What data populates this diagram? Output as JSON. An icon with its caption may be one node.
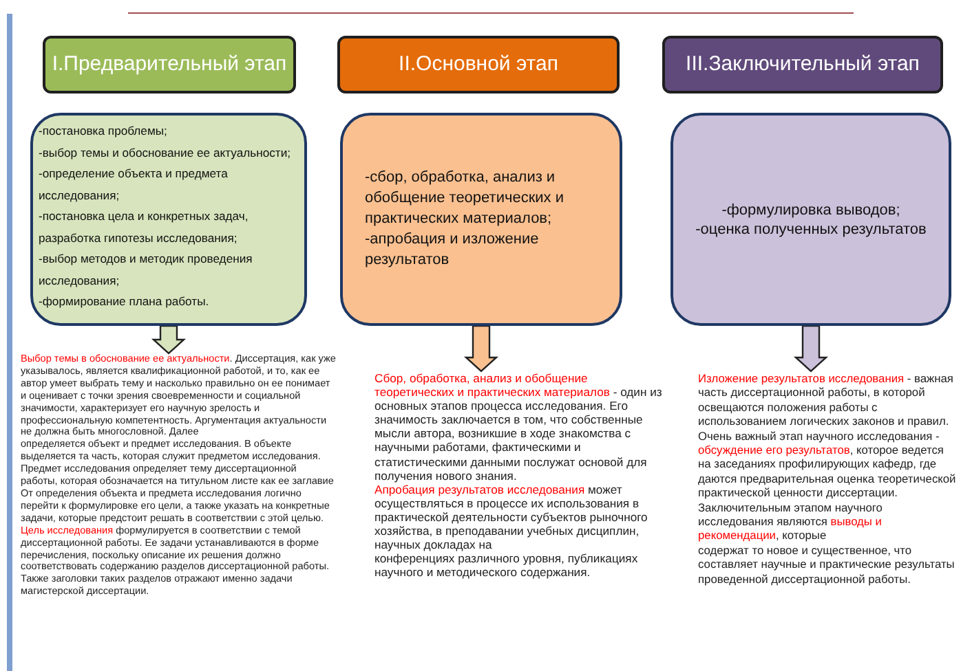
{
  "diagram": {
    "nodes": [
      {
        "text": [
          "I.Предварительный этап"
        ]
      },
      {
        "text": [
          "II.Основной этап"
        ]
      },
      {
        "text": [
          "III.Заключительный этап"
        ]
      },
      {
        "text": [
          "-постановка проблемы;",
          "-выбор темы и обоснование ее актуальности;",
          "-определение объекта и предмета исследования;",
          "-постановка цела и конкретных задач, разработка гипотезы исследования;",
          "-выбор методов и методик проведения исследования;",
          "-формирование плана работы."
        ]
      },
      {
        "text": [
          "-сбор, обработка, анализ и обобщение теоретических и практических материалов;",
          "-апробация и изложение результатов"
        ]
      },
      {
        "text": [
          "-формулировка выводов;",
          "-оценка полученных результатов"
        ]
      },
      {
        "text": [
          "**Выбор темы в обоснование ее актуальности**. Диссертация, как уже указывалось, является квалификационной работой, и то, как ее автор умеет выбрать тему и насколько правильно он ее понимает и оценивает с точки зрения своевременности и социальной значимости, характеризует его научную зрелость и профессиональную компетентность. Аргументация актуальности не должна быть многословной. Далее",
          "определяется объект и предмет исследования. В объекте выделяется та часть, которая служит предметом исследования. Предмет исследования определяет тему диссертационной работы, которая обозначается на титульном листе как ее заглавие От определения объекта и предмета исследования логично перейти к формулировке его цели, а также указать на конкретные задачи, которые предстоит решать в соответствии с этой целью. **Цель исследования** формулируется в соответствии с темой диссертационной работы. Ее задачи устанавливаются в форме перечисления, поскольку описание их решения должно соответствовать содержанию разделов диссертационной работы. Также заголовки таких разделов отражают именно задачи магистерской диссертации."
        ]
      },
      {
        "text": [
          "**Сбор, обработка, анализ и обобщение теоретических и практических материалов** - один из основных этапов процесса исследования. Его значимость заключается в том, что собственные мысли автора, возникшие в ходе знакомства с научными работами, фактическими и статистическими данными послужат основой для получения нового знания.",
          "**Апробация результатов исследования** может осуществляться в процессе их использования в практической деятельности субъектов рыночного хозяйства, в преподавании учебных дисциплин, научных докладах на",
          "конференциях различного уровня, публикациях научного и методического содержания."
        ]
      },
      {
        "text": [
          "**Изложение результатов исследования** - важная часть диссертационной работы, в которой освещаются положения работы с использованием логических законов и правил.",
          "Очень важный этап научного исследования - **обсуждение его результатов**, которое ведется на заседаниях профилирующих кафедр, где даются предварительная оценка теоретической практической ценности диссертации.",
          "Заключительным этапом научного исследования являются **выводы и рекомендации**, которые",
          "содержат то новое и существенное, что составляет научные и практические результаты проведенной диссертационной работы."
        ]
      }
    ],
    "edges": [
      {
        "from": 3,
        "to": 6,
        "arrow": "to",
        "color": "#d7e4bd"
      },
      {
        "from": 4,
        "to": 7,
        "arrow": "to",
        "color": "#fac090"
      },
      {
        "from": 5,
        "to": 8,
        "arrow": "to",
        "color": "#ccc1da"
      }
    ]
  }
}
